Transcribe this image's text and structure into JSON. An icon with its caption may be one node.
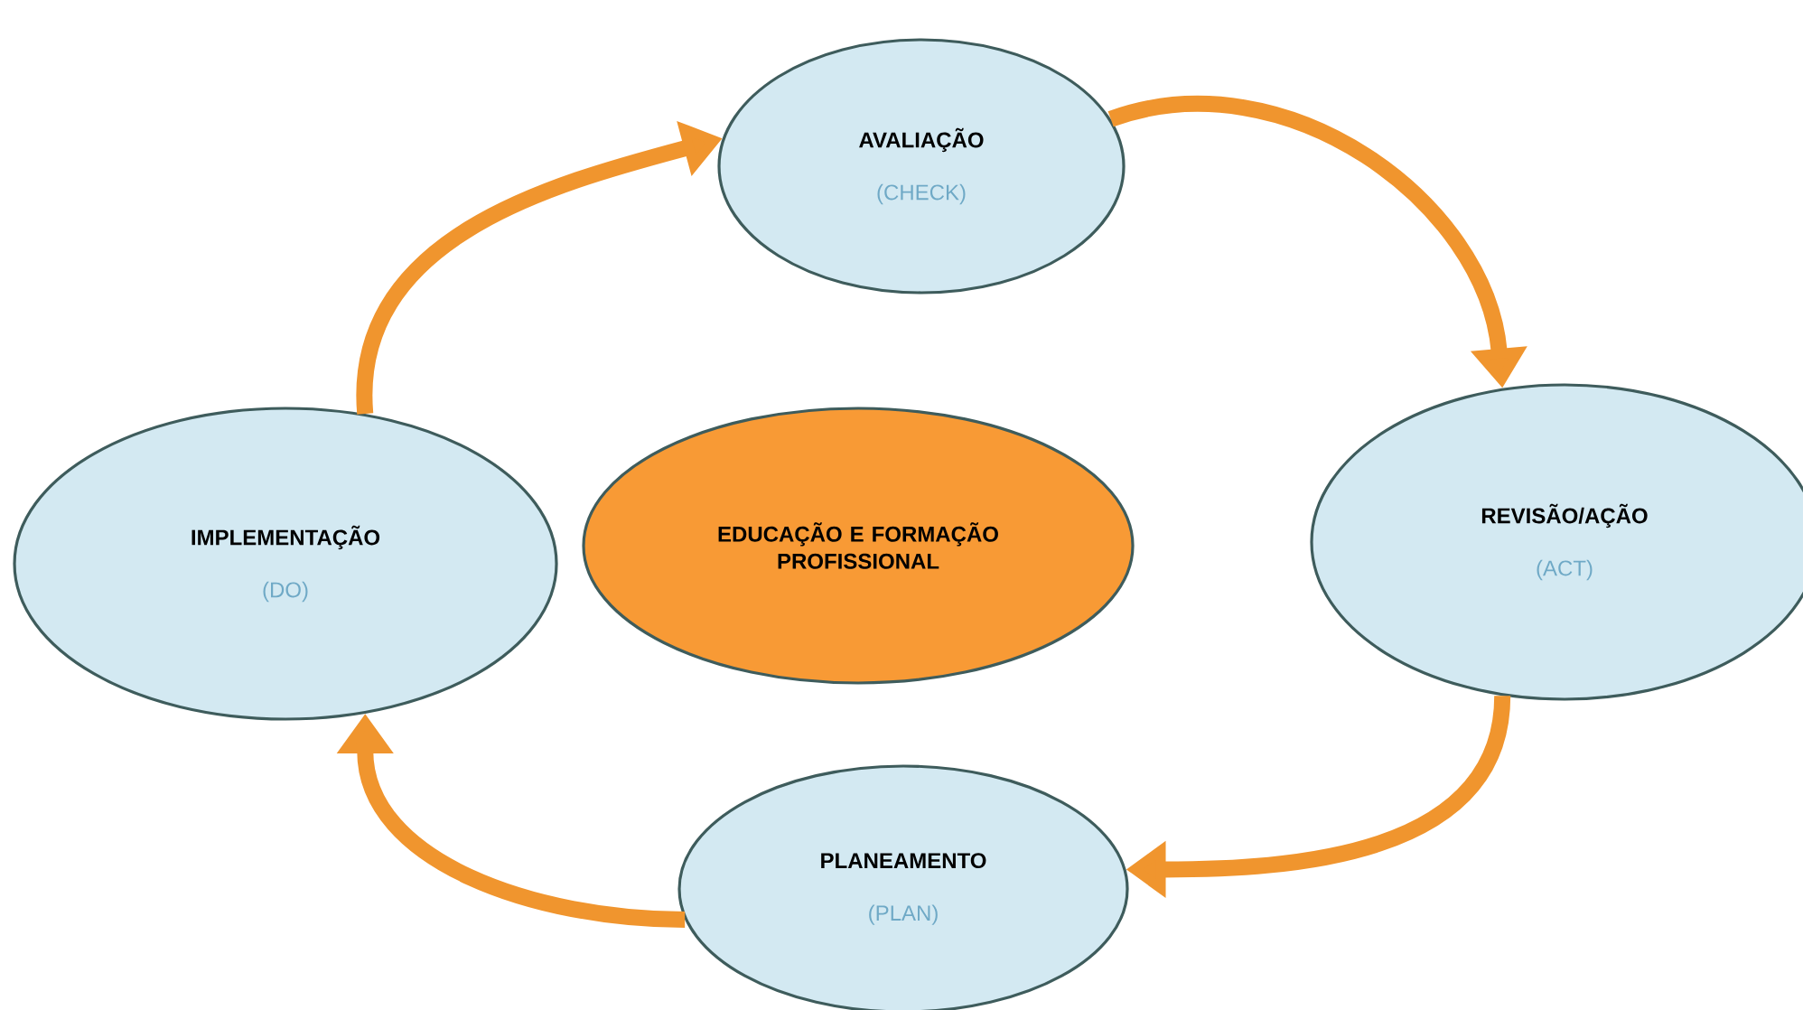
{
  "diagram": {
    "nodes": [
      {
        "text": [
          "AVALIAÇÃO",
          "(CHECK)"
        ]
      },
      {
        "text": [
          "IMPLEMENTAÇÃO",
          "(DO)"
        ]
      },
      {
        "text": [
          "EDUCAÇÃO E FORMAÇÃO PROFISSIONAL"
        ]
      },
      {
        "text": [
          "REVISÃO/AÇÃO",
          "(ACT)"
        ]
      },
      {
        "text": [
          "PLANEAMENTO",
          "(PLAN)"
        ]
      }
    ],
    "edges": [
      {
        "from": 1,
        "to": 0,
        "arrow": "to"
      },
      {
        "from": 0,
        "to": 3,
        "arrow": "to"
      },
      {
        "from": 3,
        "to": 4,
        "arrow": "to"
      },
      {
        "from": 4,
        "to": 1,
        "arrow": "to"
      }
    ]
  }
}
